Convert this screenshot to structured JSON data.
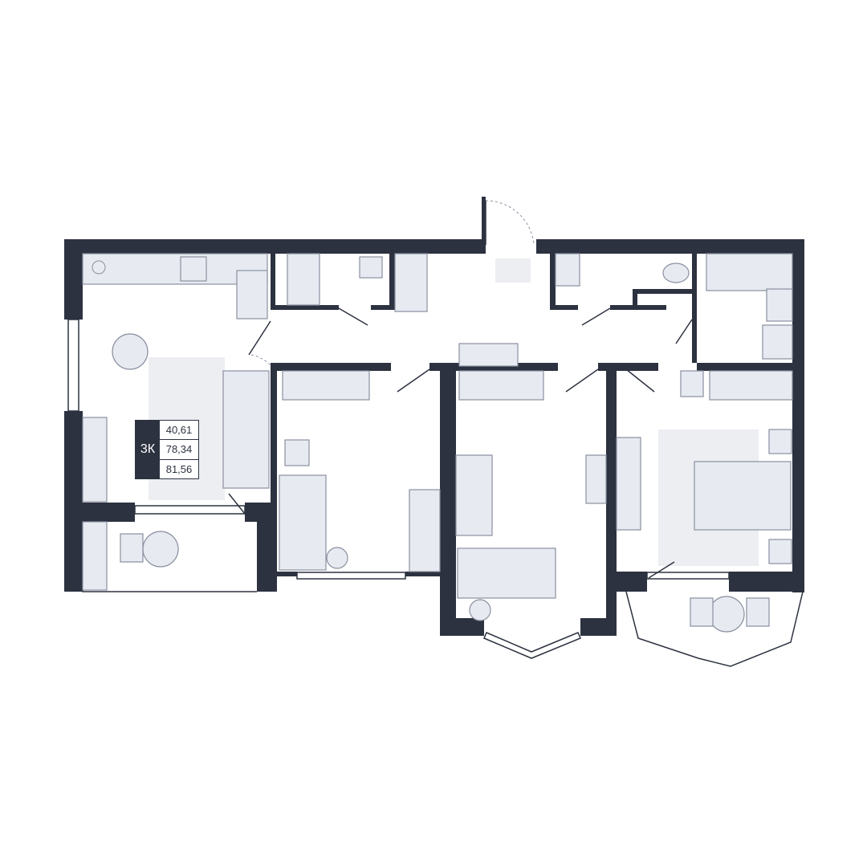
{
  "plan": {
    "rooms_label": "3К",
    "areas": [
      "40,61",
      "78,34",
      "81,56"
    ],
    "colors": {
      "wall": "#2d3240",
      "furniture": "#e7eaf0",
      "stroke": "#8a90a0"
    }
  }
}
